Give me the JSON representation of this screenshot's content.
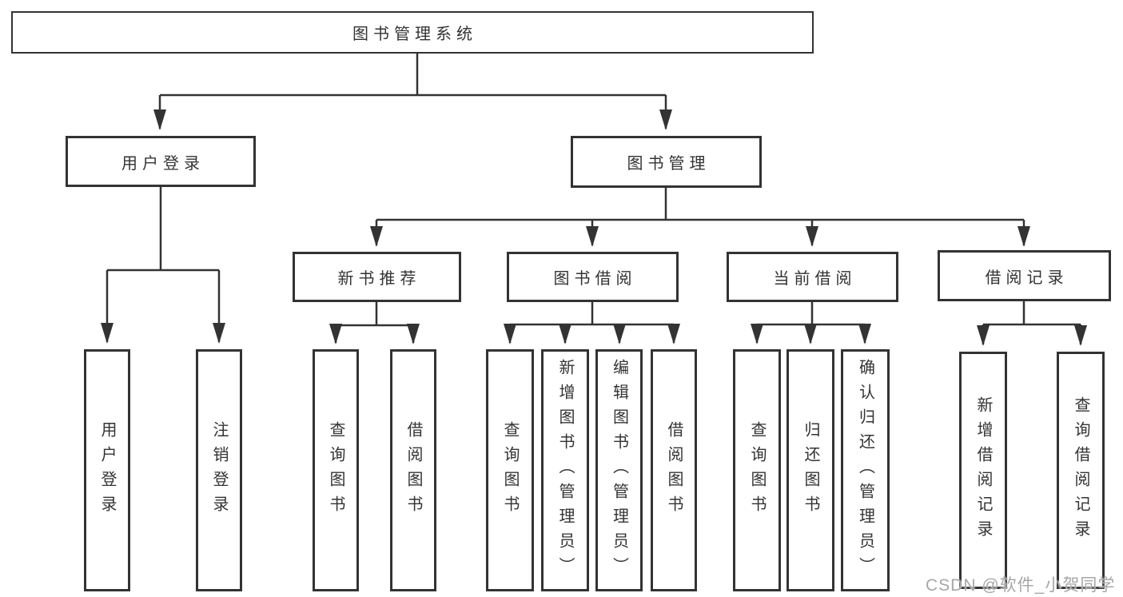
{
  "tree": {
    "root": "图书管理系统",
    "branches": [
      {
        "label": "用户登录",
        "children": [
          "用户登录",
          "注销登录"
        ]
      },
      {
        "label": "图书管理",
        "children": [
          {
            "label": "新书推荐",
            "children": [
              "查询图书",
              "借阅图书"
            ]
          },
          {
            "label": "图书借阅",
            "children": [
              "查询图书",
              "新增图书（管理员）",
              "编辑图书（管理员）",
              "借阅图书"
            ]
          },
          {
            "label": "当前借阅",
            "children": [
              "查询图书",
              "归还图书",
              "确认归还（管理员）"
            ]
          },
          {
            "label": "借阅记录",
            "children": [
              "新增借阅记录",
              "查询借阅记录"
            ]
          }
        ]
      }
    ]
  },
  "watermark": "CSDN @软件_小贺同学",
  "colors": {
    "line": "#333333",
    "text": "#333333",
    "box_fill": "#ffffff",
    "watermark": "#a7a7a7",
    "background": "#ffffff"
  }
}
